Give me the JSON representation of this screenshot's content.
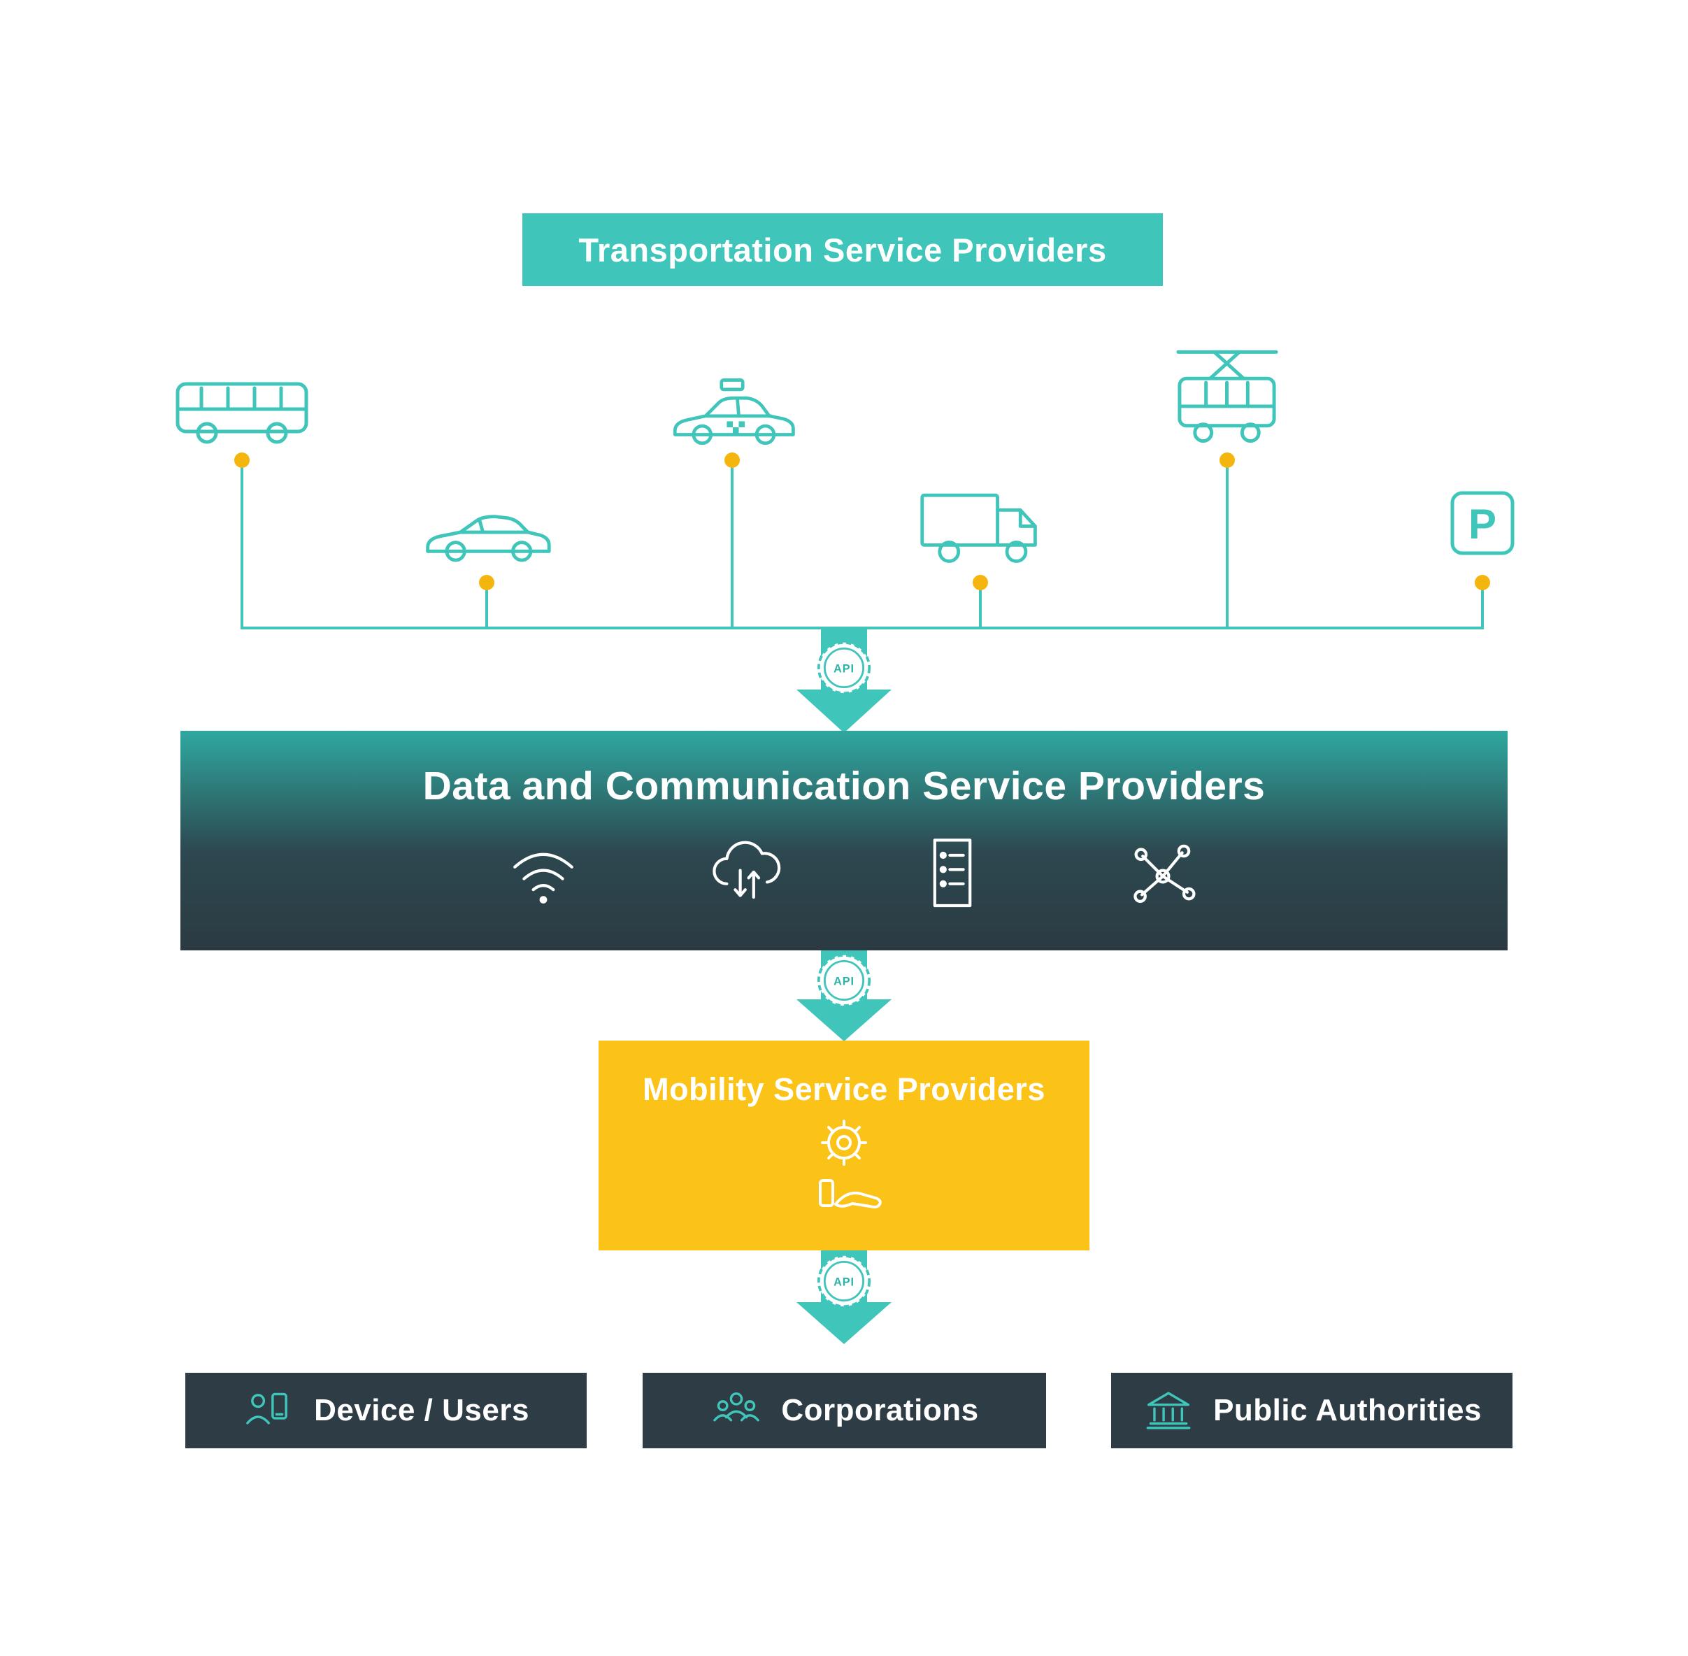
{
  "banner": {
    "label": "Transportation Service Providers"
  },
  "api_label": "API",
  "transport_row": {
    "icons": [
      "bus-icon",
      "car-icon",
      "taxi-icon",
      "truck-icon",
      "tram-icon",
      "parking-sign-icon"
    ],
    "parking_letter": "P"
  },
  "data_box": {
    "title": "Data and Communication Service Providers",
    "icons": [
      "wifi-icon",
      "cloud-sync-icon",
      "list-document-icon",
      "network-nodes-icon"
    ]
  },
  "mobility_box": {
    "title": "Mobility Service Providers",
    "icons": [
      "gear-icon",
      "hand-offer-icon"
    ]
  },
  "bottom_boxes": [
    {
      "label": "Device / Users",
      "icon": "user-with-device-icon"
    },
    {
      "label": "Corporations",
      "icon": "people-group-icon"
    },
    {
      "label": "Public Authorities",
      "icon": "bank-building-icon"
    }
  ],
  "colors": {
    "teal": "#3FC5BA",
    "amber": "#F5B50F",
    "dark_slate": "#2E3C45",
    "yellow": "#FBC218",
    "gradient_top": "#2EA89F",
    "white": "#FFFFFF"
  }
}
